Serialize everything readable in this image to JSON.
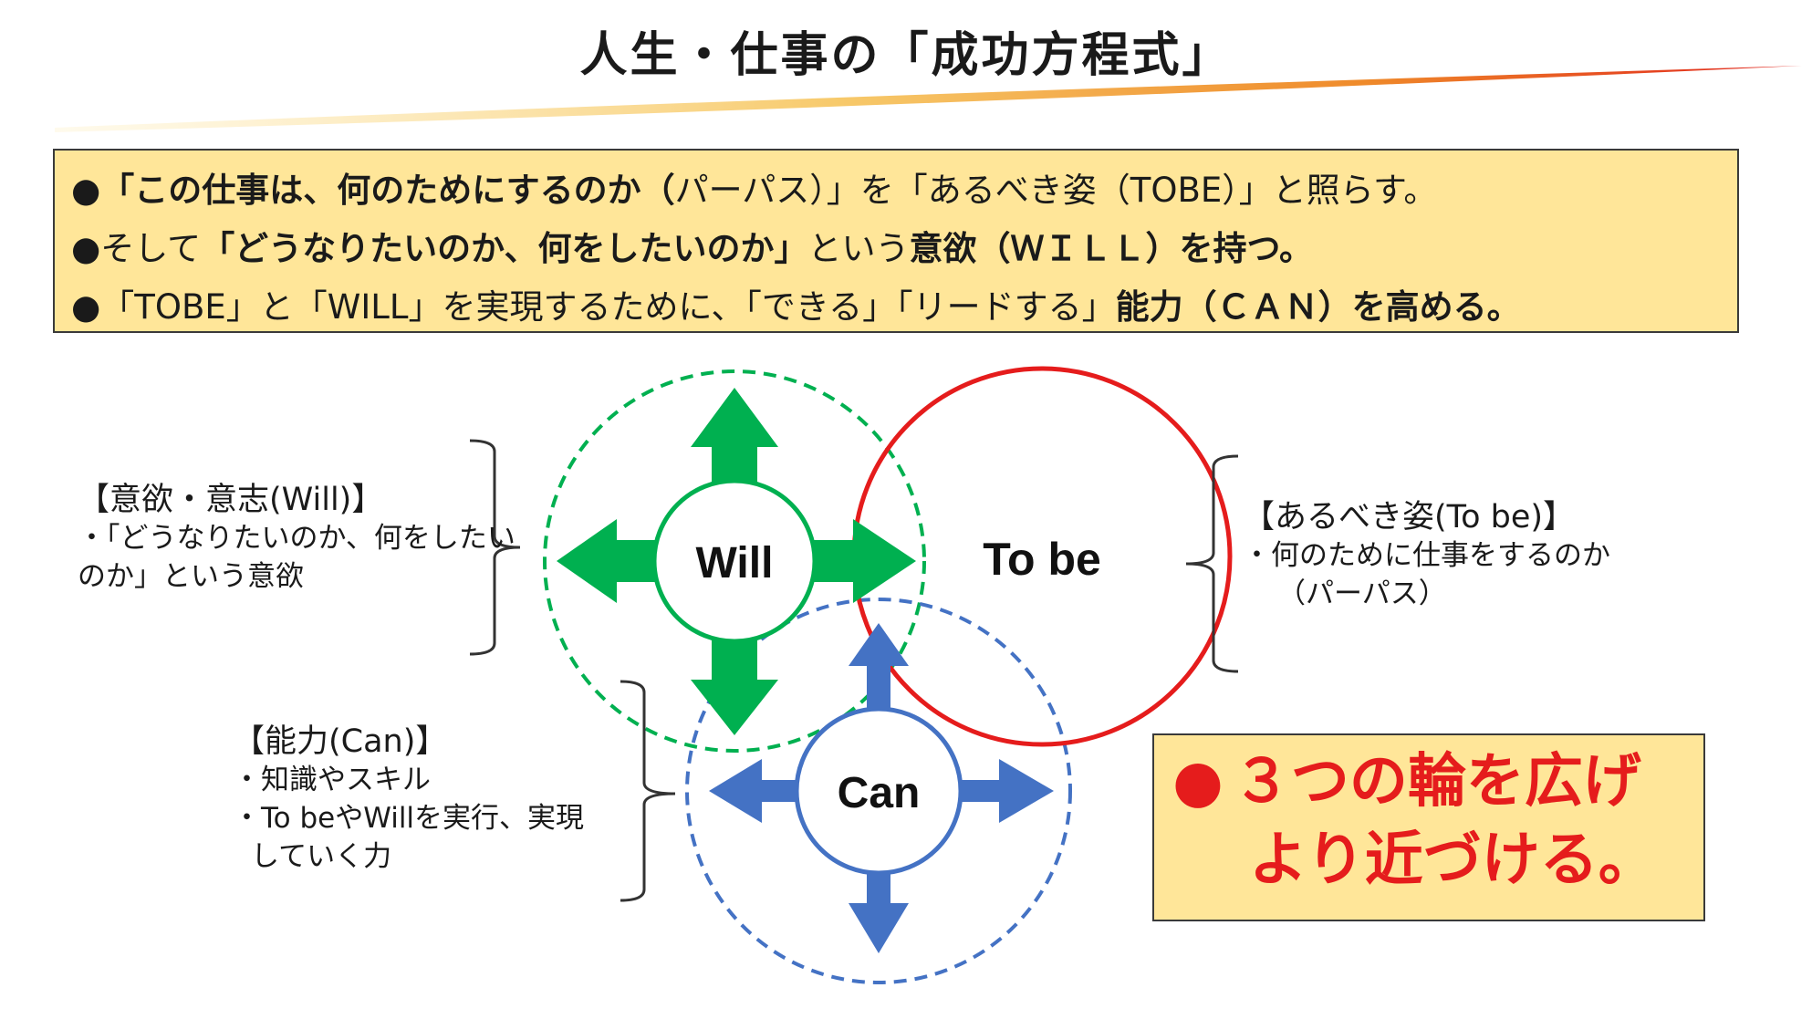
{
  "title": "人生・仕事の「成功方程式」",
  "points": [
    {
      "bullet": "●",
      "parts": [
        {
          "text": "「この仕事は、何のためにするのか（",
          "bold": true
        },
        {
          "text": "パーパス）」を「あるべき姿（TOBE）」と照らす。",
          "bold": false
        }
      ]
    },
    {
      "bullet": "●",
      "parts": [
        {
          "text": "そして",
          "bold": false
        },
        {
          "text": "「どうなりたいのか、何をしたいのか」",
          "bold": true
        },
        {
          "text": "という",
          "bold": false
        },
        {
          "text": "意欲（ＷＩＬＬ）を持つ。",
          "bold": true
        }
      ]
    },
    {
      "bullet": "●",
      "parts": [
        {
          "text": "「TOBE」と「WILL」を実現するために、「できる」「リードする」",
          "bold": false
        },
        {
          "text": "能力（ＣＡＮ）を高める。",
          "bold": true
        }
      ]
    }
  ],
  "diagram": {
    "will": {
      "label": "Will",
      "title": "【意欲・意志(Will)】",
      "desc": [
        "・「どうなりたいのか、何をしたい",
        "のか」という意欲"
      ]
    },
    "tobe": {
      "label": "To be",
      "title": "【あるべき姿(To be)】",
      "desc": [
        "・何のために仕事をするのか",
        "（パーパス）"
      ]
    },
    "can": {
      "label": "Can",
      "title": "【能力(Can)】",
      "desc": [
        "・知識やスキル",
        "・To beやWillを実行、実現",
        "していく力"
      ]
    }
  },
  "callout": {
    "bullet": "●",
    "line1": "３つの輪を広げ",
    "line2": "より近づける。"
  },
  "colors": {
    "will": "#00b050",
    "tobe": "#e51c1c",
    "can": "#4472c4",
    "box": "#ffe699",
    "accent": "#e51c1c"
  }
}
